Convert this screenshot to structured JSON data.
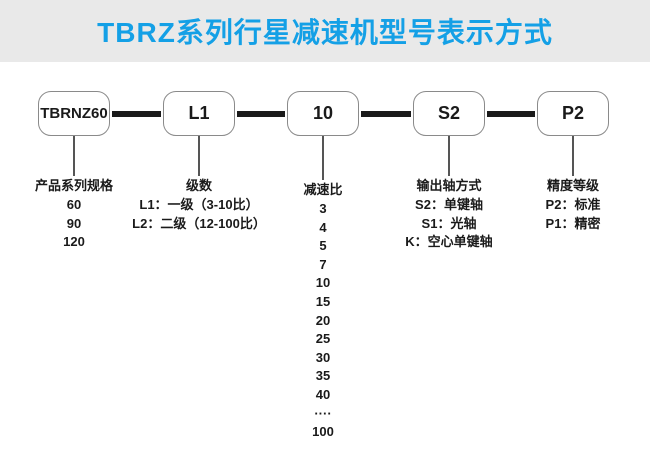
{
  "header": {
    "title": "TBRZ系列行星减速机型号表示方式"
  },
  "colors": {
    "header_bg": "#e9e9e9",
    "header_text": "#14a0e6",
    "diagram_line": "#1a1a1a",
    "box_border": "#8a8a8a"
  },
  "diagram": {
    "nodes": [
      {
        "box_label": "TBRNZ60",
        "group_title": "产品系列规格",
        "options": [
          "60",
          "90",
          "120"
        ]
      },
      {
        "box_label": "L1",
        "group_title": "级数",
        "options": [
          "L1：一级（3-10比）",
          "L2：二级（12-100比）"
        ]
      },
      {
        "box_label": "10",
        "group_title": "减速比",
        "options": [
          "3",
          "4",
          "5",
          "7",
          "10",
          "15",
          "20",
          "25",
          "30",
          "35",
          "40",
          "····",
          "100"
        ]
      },
      {
        "box_label": "S2",
        "group_title": "输出轴方式",
        "options": [
          "S2：单键轴",
          "S1：光轴",
          "K：空心单键轴"
        ]
      },
      {
        "box_label": "P2",
        "group_title": "精度等级",
        "options": [
          "P2：标准",
          "P1：精密"
        ]
      }
    ]
  }
}
